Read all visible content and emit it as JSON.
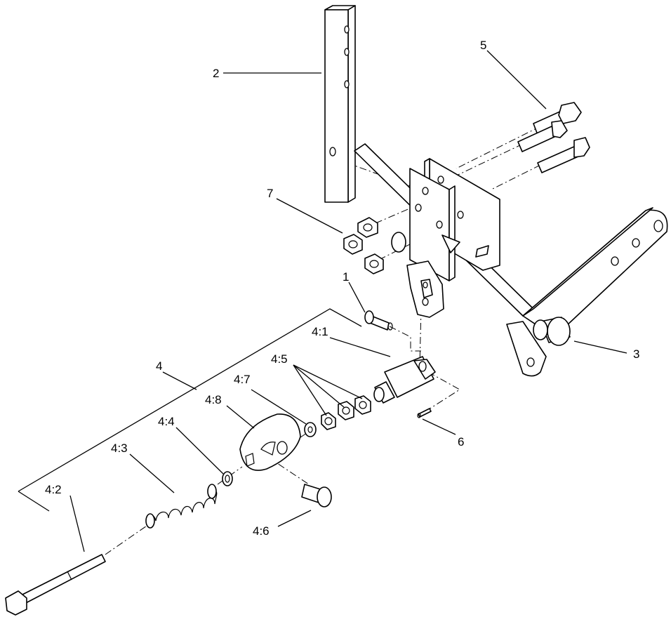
{
  "callouts": {
    "c1": "1",
    "c2": "2",
    "c3": "3",
    "c4": "4",
    "c4_1": "4:1",
    "c4_2": "4:2",
    "c4_3": "4:3",
    "c4_4": "4:4",
    "c4_5": "4:5",
    "c4_6": "4:6",
    "c4_7": "4:7",
    "c4_8": "4:8",
    "c5": "5",
    "c6": "6",
    "c7": "7"
  }
}
